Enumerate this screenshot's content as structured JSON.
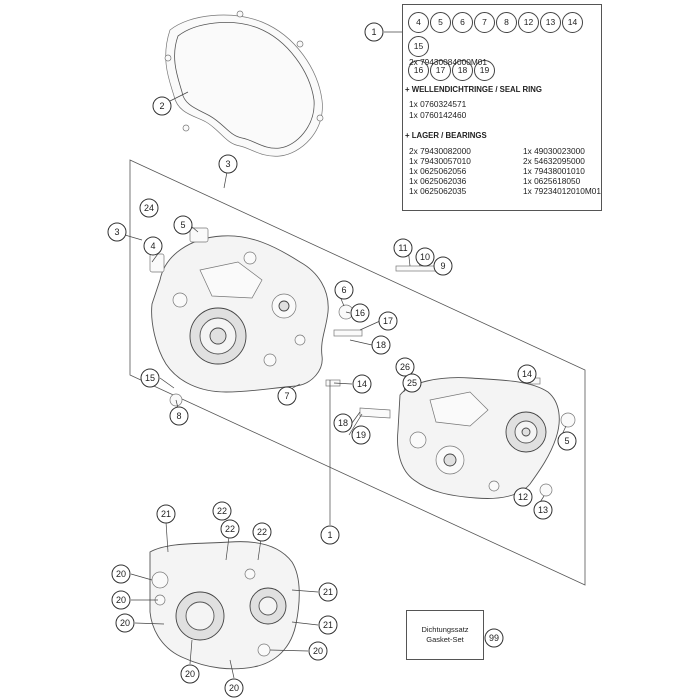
{
  "kit": {
    "callout": "1",
    "circles": [
      "4",
      "5",
      "6",
      "7",
      "8",
      "12",
      "13",
      "14",
      "15",
      "16",
      "17",
      "18",
      "19"
    ],
    "item": "2x 79430084000M01",
    "seal_heading": "+ WELLENDICHTRINGE /  SEAL RING",
    "seal_items": [
      "1x 0760324571",
      "1x 0760142460"
    ],
    "bearing_heading": "+ LAGER / BEARINGS",
    "bearing_left": [
      "2x 79430082000",
      "1x 79430057010",
      "1x 0625062056",
      "1x 0625062036",
      "1x 0625062035"
    ],
    "bearing_right": [
      "1x 49030023000",
      "2x 54632095000",
      "1x 79438001010",
      "1x 0625618050",
      "1x 79234012010M01"
    ]
  },
  "gasket_set": {
    "line1": "Dichtungssatz",
    "line2": "Gasket-Set",
    "callout": "99"
  },
  "callouts": {
    "c1_box": "1",
    "c2": "2",
    "c3_top": "3",
    "c24": "24",
    "c5_left": "5",
    "c3_left": "3",
    "c4": "4",
    "c6": "6",
    "c16": "16",
    "c17": "17",
    "c18_mid": "18",
    "c15": "15",
    "c8": "8",
    "c7": "7",
    "c14_mid": "14",
    "c11": "11",
    "c10": "10",
    "c9": "9",
    "c26": "26",
    "c25": "25",
    "c14_right": "14",
    "c18_low": "18",
    "c19": "19",
    "c5_right": "5",
    "c12": "12",
    "c13": "13",
    "c1_case": "1",
    "c21_a": "21",
    "c22_a": "22",
    "c22_b": "22",
    "c22_c": "22",
    "c20_a": "20",
    "c20_b": "20",
    "c20_c": "20",
    "c21_b": "21",
    "c21_c": "21",
    "c20_d": "20",
    "c20_e": "20",
    "c20_f": "20"
  }
}
